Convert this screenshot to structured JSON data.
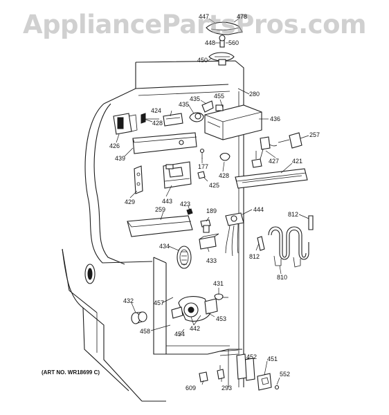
{
  "watermark": "AppliancePartsPros.com",
  "art_number": "(ART NO. WR18699 C)",
  "callouts": {
    "c447": "447",
    "c478": "478",
    "c448": "448",
    "c560": "560",
    "c450": "450",
    "c455": "455",
    "c280": "280",
    "c435a": "435",
    "c435b": "435",
    "c424": "424",
    "c428a": "428",
    "c436": "436",
    "c257": "257",
    "c426": "426",
    "c439": "439",
    "c177": "177",
    "c428b": "428",
    "c427": "427",
    "c421": "421",
    "c429": "429",
    "c443": "443",
    "c425": "425",
    "c423": "423",
    "c259": "259",
    "c189": "189",
    "c444": "444",
    "c812a": "812",
    "c434": "434",
    "c433": "433",
    "c812b": "812",
    "c810": "810",
    "c431": "431",
    "c432": "432",
    "c457": "457",
    "c453": "453",
    "c442": "442",
    "c458": "458",
    "c454": "454",
    "c452": "452",
    "c451": "451",
    "c552": "552",
    "c609": "609",
    "c293": "293"
  }
}
